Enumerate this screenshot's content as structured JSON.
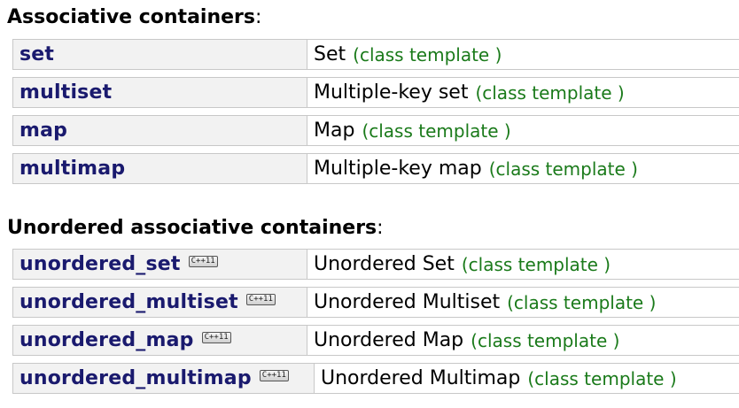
{
  "sections": [
    {
      "heading": "Associative containers",
      "colon": ":",
      "rows": [
        {
          "name": "set",
          "badge": "",
          "desc": "Set",
          "kind": "(class template )"
        },
        {
          "name": "multiset",
          "badge": "",
          "desc": "Multiple-key set",
          "kind": "(class template )"
        },
        {
          "name": "map",
          "badge": "",
          "desc": "Map",
          "kind": "(class template )"
        },
        {
          "name": "multimap",
          "badge": "",
          "desc": "Multiple-key map",
          "kind": "(class template )"
        }
      ]
    },
    {
      "heading": "Unordered associative containers",
      "colon": ":",
      "rows": [
        {
          "name": "unordered_set",
          "badge": "C++11",
          "desc": "Unordered Set",
          "kind": "(class template )"
        },
        {
          "name": "unordered_multiset",
          "badge": "C++11",
          "desc": "Unordered Multiset",
          "kind": "(class template )"
        },
        {
          "name": "unordered_map",
          "badge": "C++11",
          "desc": "Unordered Map",
          "kind": "(class template )"
        },
        {
          "name": "unordered_multimap",
          "badge": "C++11",
          "desc": "Unordered Multimap",
          "kind": "(class template )"
        }
      ]
    }
  ],
  "colors": {
    "link": "#1a1a6e",
    "kind": "#1a7a1a",
    "name_cell_bg": "#f2f2f2",
    "border": "#c8c8c8"
  }
}
